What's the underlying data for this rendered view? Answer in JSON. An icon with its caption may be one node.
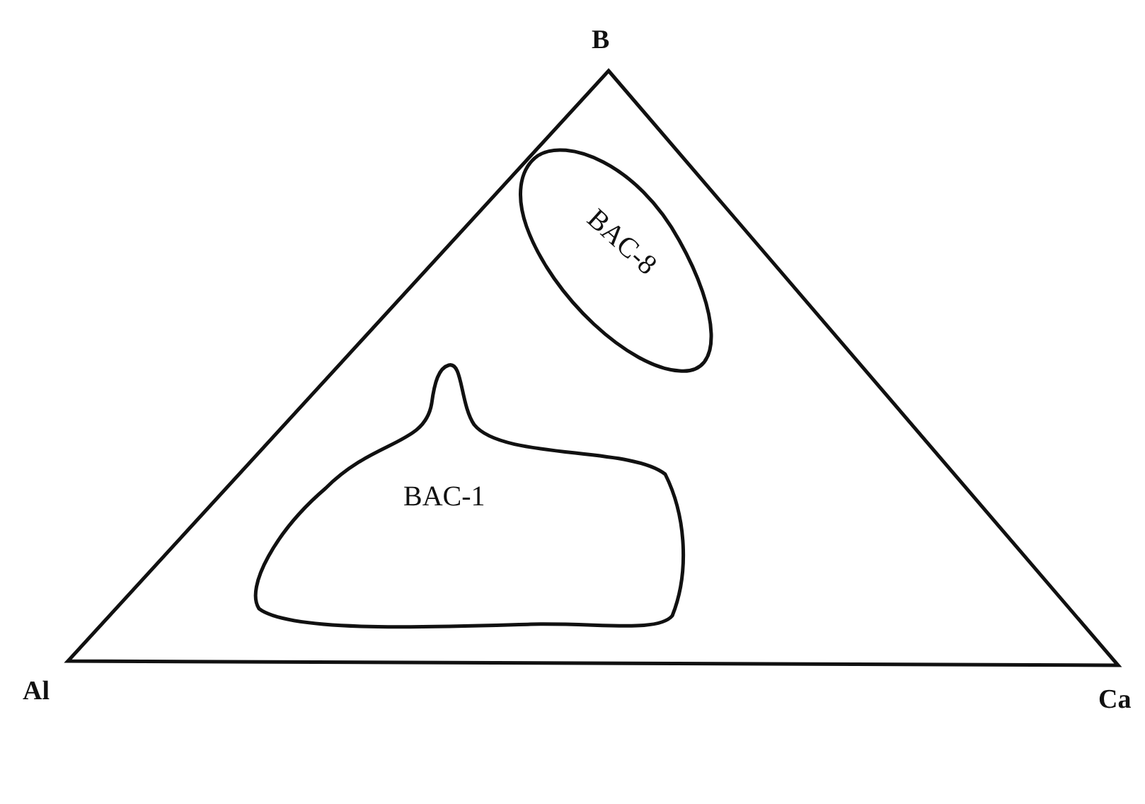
{
  "diagram": {
    "nodes": [
      {
        "text": [],
        "shape": "triangle"
      },
      {
        "text": [
          "BAC-8"
        ],
        "in": 0
      },
      {
        "text": [
          "BAC-1"
        ],
        "in": 0
      }
    ],
    "labels": [
      "B",
      "Al",
      "Ca"
    ]
  }
}
